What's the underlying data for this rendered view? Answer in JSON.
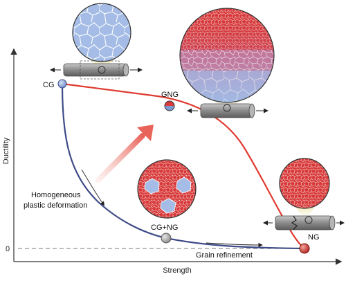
{
  "axes": {
    "x_label": "Strength",
    "y_label": "Ductility",
    "y_zero_tick": "0"
  },
  "points": {
    "cg": "CG",
    "gng": "GNG",
    "cg_ng": "CG+NG",
    "ng": "NG"
  },
  "annotations": {
    "homogeneous_line1": "Homogeneous",
    "homogeneous_line2": "plastic deformation",
    "grain_refinement": "Grain refinement"
  },
  "colors": {
    "coarse_grain": "#9fb8e2",
    "nano_grain": "#d93a3a",
    "gradient_curve": "#e03a2f",
    "conventional_curve": "#3d4a86",
    "rod": "#8f8f8f",
    "axis": "#333333"
  }
}
